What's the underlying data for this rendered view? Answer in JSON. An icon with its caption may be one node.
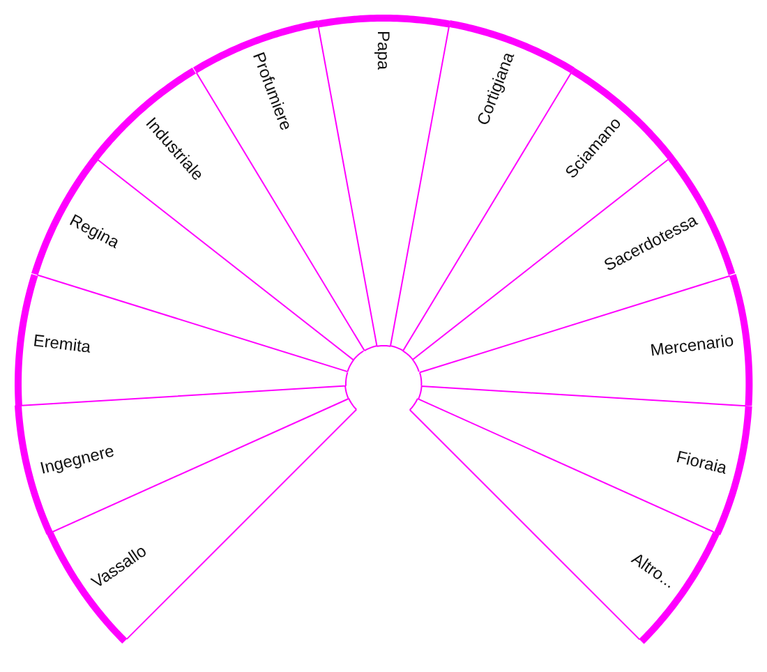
{
  "diagram": {
    "nodes": [
      {
        "text": [
          "Vassallo"
        ]
      },
      {
        "text": [
          "Ingegnere"
        ]
      },
      {
        "text": [
          "Eremita"
        ]
      },
      {
        "text": [
          "Regina"
        ]
      },
      {
        "text": [
          "Industriale"
        ]
      },
      {
        "text": [
          "Profumiere"
        ]
      },
      {
        "text": [
          "Papa"
        ]
      },
      {
        "text": [
          "Cortigiana"
        ]
      },
      {
        "text": [
          "Sciamano"
        ]
      },
      {
        "text": [
          "Sacerdotessa"
        ]
      },
      {
        "text": [
          "Mercenario"
        ]
      },
      {
        "text": [
          "Fioraia"
        ]
      },
      {
        "text": [
          "Altro..."
        ]
      }
    ]
  }
}
